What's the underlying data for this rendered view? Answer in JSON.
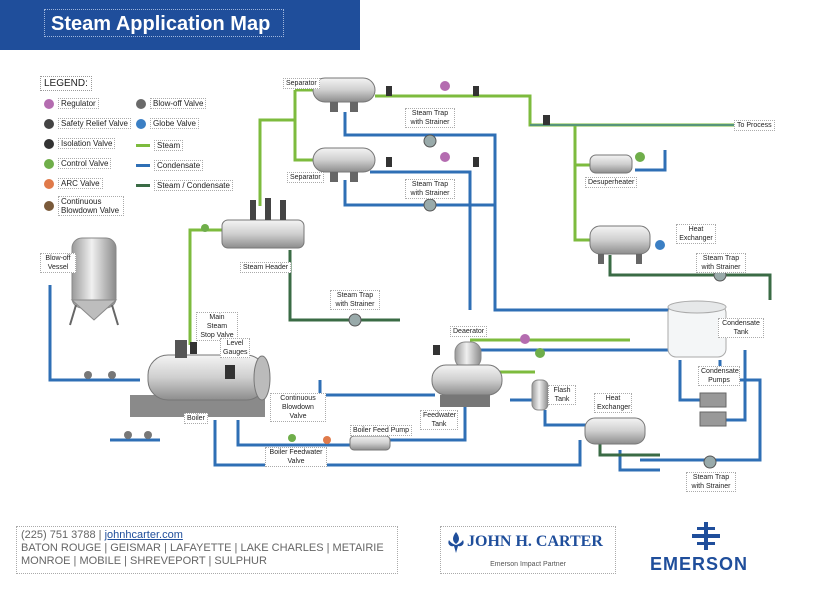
{
  "title": "Steam Application Map",
  "legend": {
    "title": "LEGEND:",
    "items": [
      {
        "label": "Regulator",
        "kind": "icon",
        "color": "#b46cb0"
      },
      {
        "label": "Blow-off Valve",
        "kind": "icon",
        "color": "#6a6a6a"
      },
      {
        "label": "Safety Relief Valve",
        "kind": "icon",
        "color": "#444444"
      },
      {
        "label": "Globe Valve",
        "kind": "icon",
        "color": "#3b7fc4"
      },
      {
        "label": "Isolation Valve",
        "kind": "icon",
        "color": "#333333"
      },
      {
        "label": "Steam",
        "kind": "line",
        "color": "#7dbb3e"
      },
      {
        "label": "Control Valve",
        "kind": "icon",
        "color": "#6fae4a"
      },
      {
        "label": "Condensate",
        "kind": "line",
        "color": "#2f6fb5"
      },
      {
        "label": "ARC Valve",
        "kind": "icon",
        "color": "#e07a4a"
      },
      {
        "label": "Steam / Condensate",
        "kind": "line",
        "color": "#3a6b45"
      },
      {
        "label": "Continuous Blowdown Valve",
        "kind": "icon",
        "color": "#7a5a3a"
      }
    ]
  },
  "labels": {
    "separator_top": "Separator",
    "separator_mid": "Separator",
    "trap1": "Steam Trap with Strainer",
    "trap2": "Steam Trap with Strainer",
    "to_process": "To Process",
    "desuperheater": "Desuperheater",
    "heat_exchanger_top": "Heat Exchanger",
    "trap3": "Steam Trap with Strainer",
    "blowoff_vessel": "Blow-off Vessel",
    "steam_header": "Steam Header",
    "trap4": "Steam Trap with Strainer",
    "condensate_tank": "Condensate Tank",
    "main_steam_stop": "Main Steam Stop Valve",
    "level_gauges": "Level Gauges",
    "deaerator": "Deaerator",
    "condensate_pumps": "Condensate Pumps",
    "continuous_blowdown": "Continuous Blowdown Valve",
    "flash_tank": "Flash Tank",
    "heat_exchanger_bottom": "Heat Exchanger",
    "feedwater_tank": "Feedwater Tank",
    "boiler": "Boiler",
    "boiler_feed_pump": "Boiler Feed Pump",
    "boiler_feedwater_valve": "Boiler Feedwater Valve",
    "trap5": "Steam Trap with Strainer"
  },
  "footer": {
    "phone": "(225) 751 3788 |",
    "website": "johnhcarter.com",
    "line2": "BATON ROUGE | GEISMAR | LAFAYETTE | LAKE CHARLES | METAIRIE",
    "line3": "MONROE | MOBILE | SHREVEPORT | SULPHUR"
  },
  "partner": {
    "name": "JOHN H. CARTER",
    "subtitle": "Emerson Impact Partner"
  },
  "brand": "EMERSON",
  "colors": {
    "banner": "#1f4e9b",
    "steam": "#7dbb3e",
    "condensate": "#2f6fb5",
    "steam_condensate": "#3a6b45"
  }
}
